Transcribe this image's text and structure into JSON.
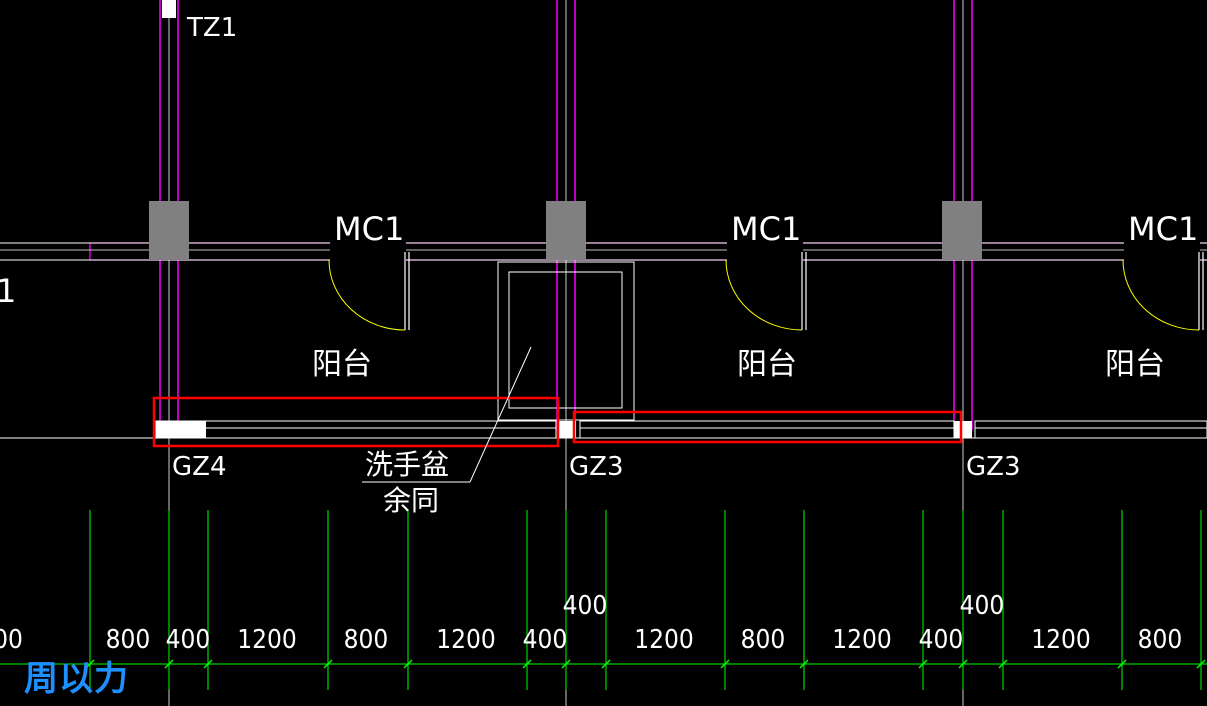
{
  "labels": {
    "tz1": "TZ1",
    "door1": "MC1",
    "door2": "MC1",
    "door3": "MC1",
    "partial_left": "1",
    "balcony1": "阳台",
    "balcony2": "阳台",
    "balcony3": "阳台",
    "col_gz4": "GZ4",
    "col_gz3a": "GZ3",
    "col_gz3b": "GZ3",
    "sink": "洗手盆",
    "same": "余同"
  },
  "dimensions": {
    "d0": "00",
    "d1": "800",
    "d2": "400",
    "d3": "1200",
    "d4": "800",
    "d5": "1200",
    "d6": "400",
    "d7": "1200",
    "d8": "800",
    "d9": "1200",
    "d10": "400",
    "d11": "1200",
    "d12": "800",
    "upper1": "400",
    "upper2": "400"
  },
  "watermark": "周以力",
  "colors": {
    "background": "#000000",
    "wall": "#ff00ff",
    "dimension": "#00ff00",
    "door": "#ffff00",
    "column": "#808080",
    "highlight": "#ff0000",
    "text": "#ffffff",
    "watermark": "#1e8fff"
  }
}
